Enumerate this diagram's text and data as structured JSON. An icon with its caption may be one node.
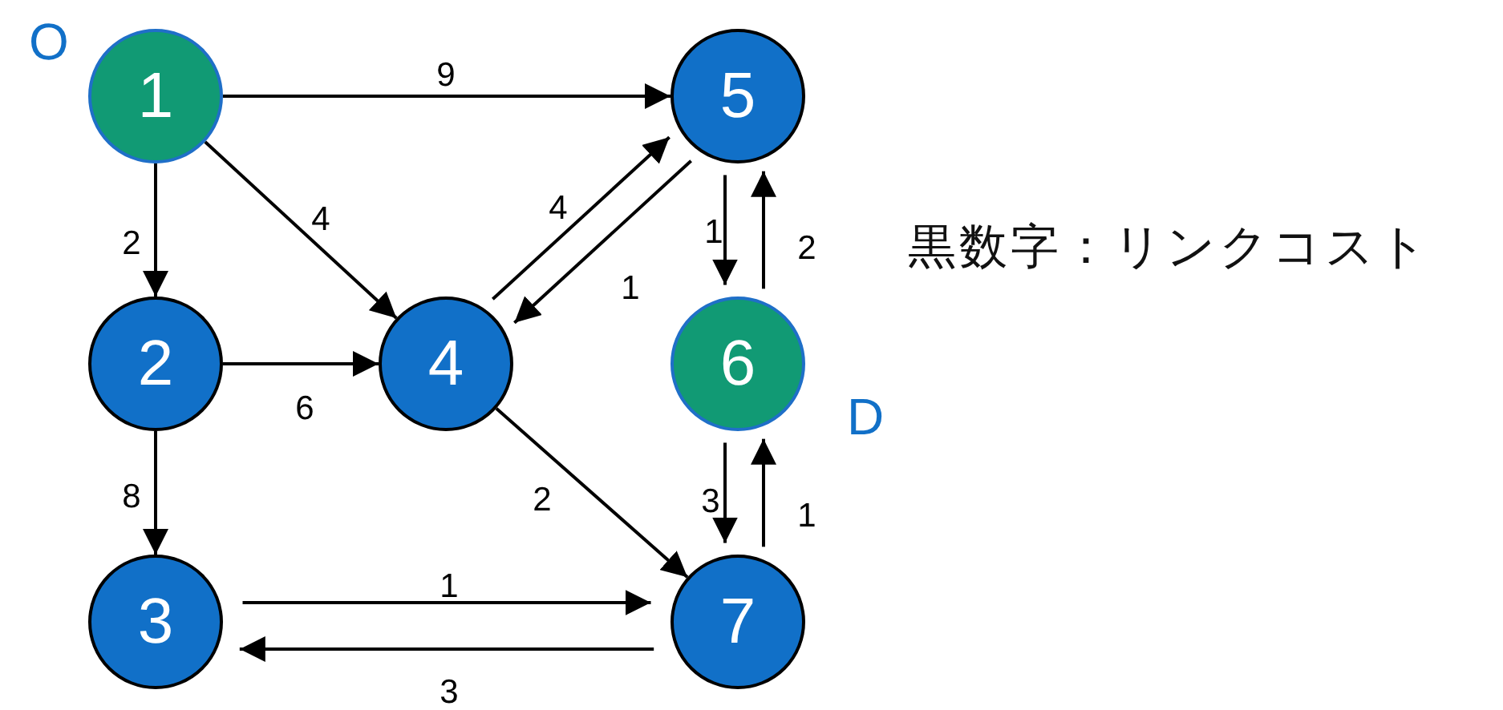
{
  "diagram": {
    "nodes": [
      {
        "text": [
          "1"
        ],
        "beside": [
          "O"
        ]
      },
      {
        "text": [
          "5"
        ]
      },
      {
        "text": [
          "2"
        ]
      },
      {
        "text": [
          "4"
        ]
      },
      {
        "text": [
          "6"
        ],
        "beside": [
          "D"
        ]
      },
      {
        "text": [
          "3"
        ]
      },
      {
        "text": [
          "7"
        ]
      }
    ],
    "edges": [
      {
        "from": 0,
        "to": 1,
        "arrow": "to",
        "label": "9"
      },
      {
        "from": 0,
        "to": 2,
        "arrow": "to",
        "label": "2"
      },
      {
        "from": 0,
        "to": 3,
        "arrow": "to",
        "label": "4"
      },
      {
        "from": 2,
        "to": 3,
        "arrow": "to",
        "label": "6"
      },
      {
        "from": 2,
        "to": 5,
        "arrow": "to",
        "label": "8"
      },
      {
        "from": 3,
        "to": 1,
        "arrow": "to",
        "label": "4"
      },
      {
        "from": 1,
        "to": 3,
        "arrow": "to",
        "label": "1"
      },
      {
        "from": 1,
        "to": 4,
        "arrow": "to",
        "label": "1"
      },
      {
        "from": 4,
        "to": 1,
        "arrow": "to",
        "label": "2"
      },
      {
        "from": 3,
        "to": 6,
        "arrow": "to",
        "label": "2"
      },
      {
        "from": 4,
        "to": 6,
        "arrow": "to",
        "label": "3"
      },
      {
        "from": 6,
        "to": 4,
        "arrow": "to",
        "label": "1"
      },
      {
        "from": 5,
        "to": 6,
        "arrow": "to",
        "label": "1"
      },
      {
        "from": 6,
        "to": 5,
        "arrow": "to",
        "label": "3"
      }
    ],
    "labels": [
      "黒数字：リンクコスト"
    ]
  }
}
